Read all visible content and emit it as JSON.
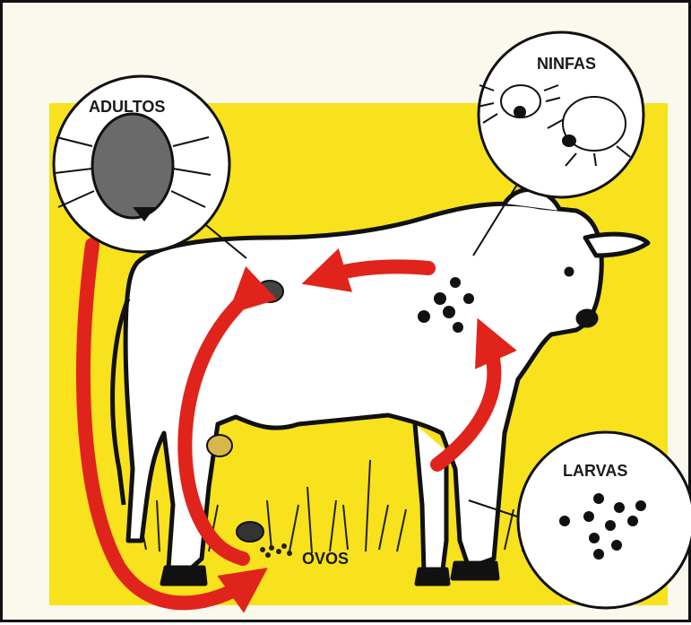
{
  "labels": {
    "adults": "ADULTOS",
    "nymphs": "NINFAS",
    "larvae": "LARVAS",
    "eggs": "OVOS"
  },
  "colors": {
    "background_yellow": "#f7e21d",
    "arrow_red": "#e0241b",
    "outline": "#111111",
    "paper": "#fbf8ee"
  },
  "icons": [
    "tick-adult-icon",
    "tick-nymph-icon",
    "tick-larva-icon",
    "egg-cluster-icon",
    "cow-illustration"
  ]
}
